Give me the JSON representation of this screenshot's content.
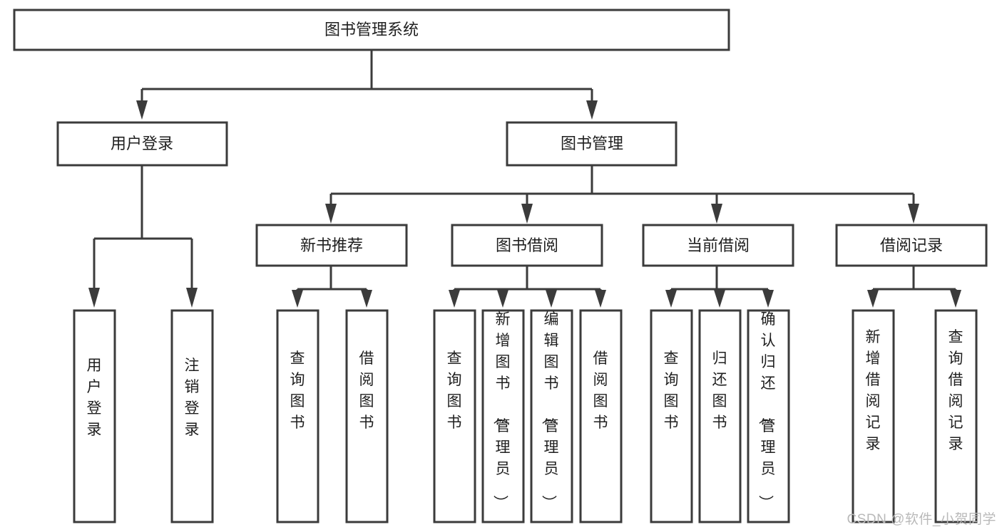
{
  "diagram": {
    "type": "tree-hierarchy",
    "title": "图书管理系统",
    "orientation": "top-down",
    "colors": {
      "box_stroke": "#3b3b3b",
      "box_fill": "#ffffff",
      "text": "#1f1f1f",
      "connector": "#3b3b3b",
      "watermark": "#b9b9b9",
      "background": "#ffffff"
    },
    "root": {
      "label": "图书管理系统",
      "level": 1
    },
    "level2": [
      {
        "label": "用户登录",
        "level": 2
      },
      {
        "label": "图书管理",
        "level": 2
      }
    ],
    "level3": [
      {
        "label": "新书推荐",
        "level": 3,
        "parent": "图书管理"
      },
      {
        "label": "图书借阅",
        "level": 3,
        "parent": "图书管理"
      },
      {
        "label": "当前借阅",
        "level": 3,
        "parent": "图书管理"
      },
      {
        "label": "借阅记录",
        "level": 3,
        "parent": "图书管理"
      }
    ],
    "leaves": {
      "用户登录": [
        {
          "label": "用户登录"
        },
        {
          "label": "注销登录"
        }
      ],
      "新书推荐": [
        {
          "label": "查询图书"
        },
        {
          "label": "借阅图书"
        }
      ],
      "图书借阅": [
        {
          "label": "查询图书"
        },
        {
          "label": "新增图书（管理员）"
        },
        {
          "label": "编辑图书（管理员）"
        },
        {
          "label": "借阅图书"
        }
      ],
      "当前借阅": [
        {
          "label": "查询图书"
        },
        {
          "label": "归还图书"
        },
        {
          "label": "确认归还（管理员）"
        }
      ],
      "借阅记录": [
        {
          "label": "新增借阅记录"
        },
        {
          "label": "查询借阅记录"
        }
      ]
    }
  },
  "watermark": {
    "text": "CSDN @软件_小贺同学"
  }
}
